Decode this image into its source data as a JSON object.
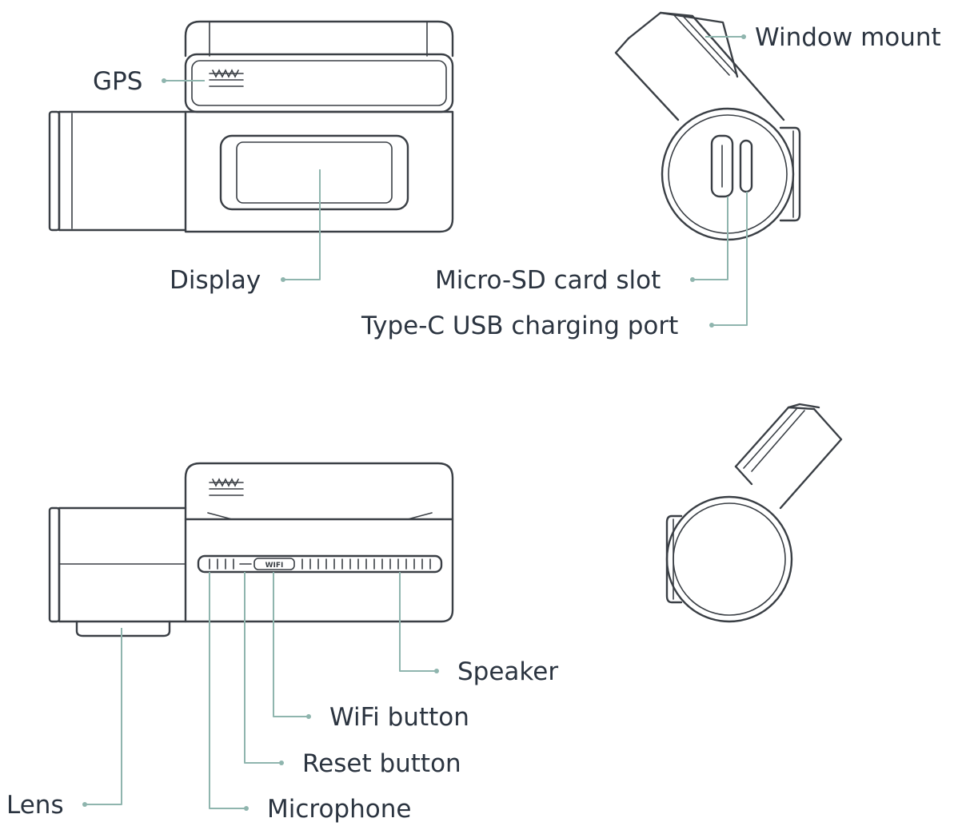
{
  "labels": {
    "gps": "GPS",
    "display": "Display",
    "window_mount": "Window mount",
    "microsd_slot": "Micro-SD card slot",
    "usb_port": "Type-C USB charging port",
    "speaker": "Speaker",
    "wifi_button": "WiFi button",
    "reset_button": "Reset button",
    "lens": "Lens",
    "microphone": "Microphone",
    "wifi_key_mark": "WIFI"
  },
  "colors": {
    "device_stroke": "#3a3f45",
    "leader_line": "#8fb5ae",
    "label_text": "#2b3440"
  }
}
